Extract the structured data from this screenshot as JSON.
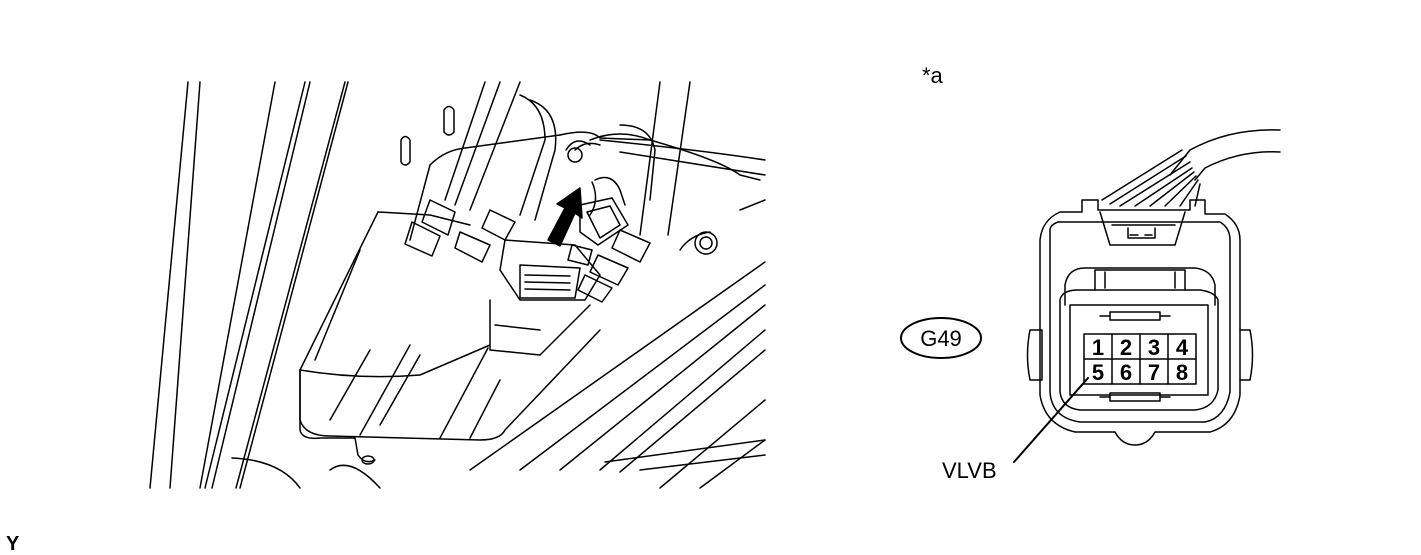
{
  "callout_a": "*a",
  "connector_code": "G49",
  "pins_top": [
    "1",
    "2",
    "3",
    "4"
  ],
  "pins_bottom": [
    "5",
    "6",
    "7",
    "8"
  ],
  "terminal_label": "VLVB",
  "corner_code": "Y"
}
